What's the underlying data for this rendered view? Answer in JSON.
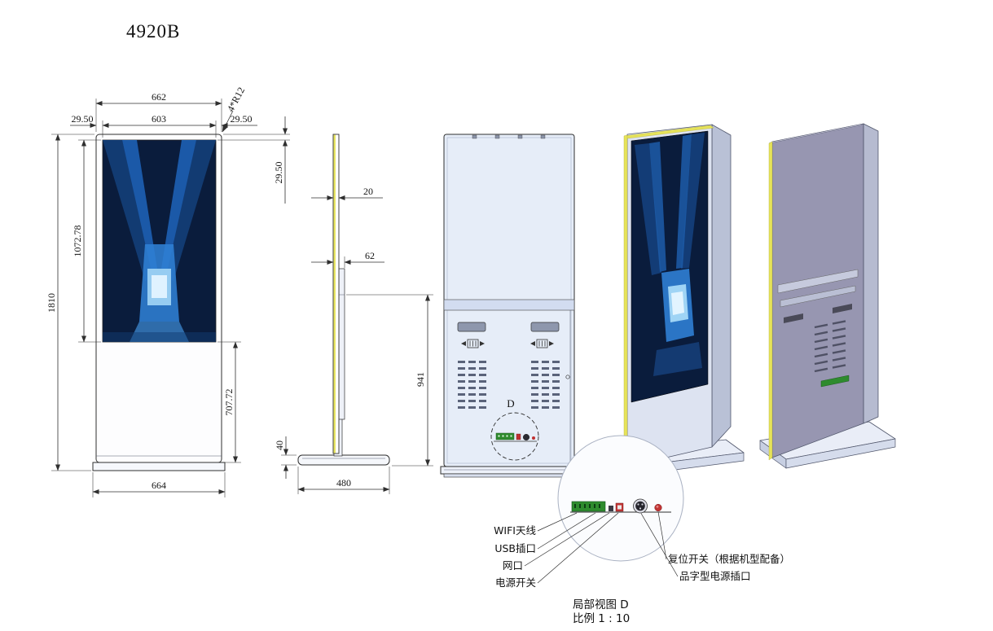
{
  "title": "4920B",
  "front_view": {
    "dim_total_width": "662",
    "dim_screen_width": "603",
    "dim_margin_left": "29.50",
    "dim_margin_right": "29.50",
    "dim_margin_top": "29.50",
    "dim_total_height": "1810",
    "dim_screen_height": "1072.78",
    "dim_lower_height": "707.72",
    "dim_base_width": "664",
    "dim_corner_note": "4*R12"
  },
  "side_view": {
    "dim_panel_thickness": "20",
    "dim_body_thickness": "62",
    "dim_stand_height": "941",
    "dim_base_height": "40",
    "dim_base_depth": "480"
  },
  "back_view": {
    "detail_marker": "D"
  },
  "detail_view": {
    "port_labels": {
      "wifi_antenna": "WIFI天线",
      "usb_port": "USB插口",
      "lan_port": "网口",
      "power_switch": "电源开关",
      "reset_switch": "复位开关（根据机型配备）",
      "power_inlet": "品字型电源插口"
    },
    "caption_title": "局部视图 D",
    "caption_scale": "比例 1 : 10"
  },
  "colors": {
    "line": "#2f2f2f",
    "screen_dark": "#0a1c3c",
    "screen_beam": "#2f7fd4",
    "screen_glow": "#dff2ff",
    "panel_yellow": "#e6e35a",
    "back_fill": "#e6edf8",
    "iso_back_fill": "#9796b1",
    "green_block": "#2e8b2e",
    "red_accent": "#c23434"
  }
}
